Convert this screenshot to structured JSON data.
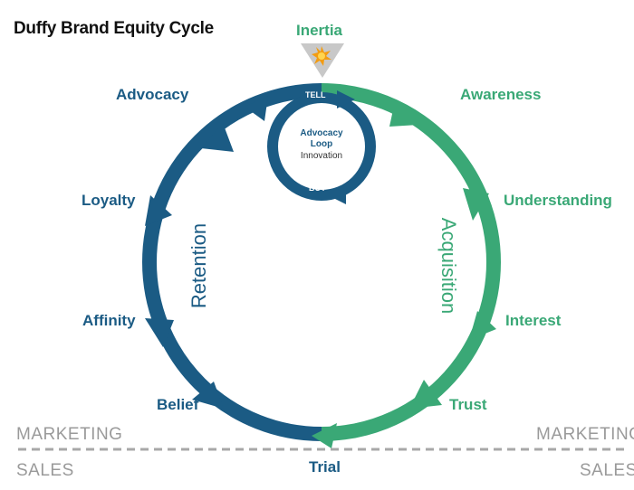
{
  "title": "Duffy Brand Equity Cycle",
  "start": "Inertia",
  "stages_acquisition": [
    "Awareness",
    "Understanding",
    "Interest",
    "Trust"
  ],
  "stages_retention": [
    "Advocacy",
    "Loyalty",
    "Affinity",
    "Belief"
  ],
  "bottom_stage": "Trial",
  "arc_labels": {
    "acquisition": "Acquisition",
    "retention": "Retention"
  },
  "loop": {
    "top": "TELL",
    "bottom": "BUY",
    "title": "Advocacy Loop",
    "subtitle": "Innovation"
  },
  "divider": {
    "above_left": "MARKETING",
    "above_right": "MARKETING",
    "below_left": "SALES",
    "below_right": "SALES"
  },
  "colors": {
    "blue": "#1b5b84",
    "green": "#3aa876",
    "gray": "#9a9a9a",
    "burst": "#f39c12"
  }
}
